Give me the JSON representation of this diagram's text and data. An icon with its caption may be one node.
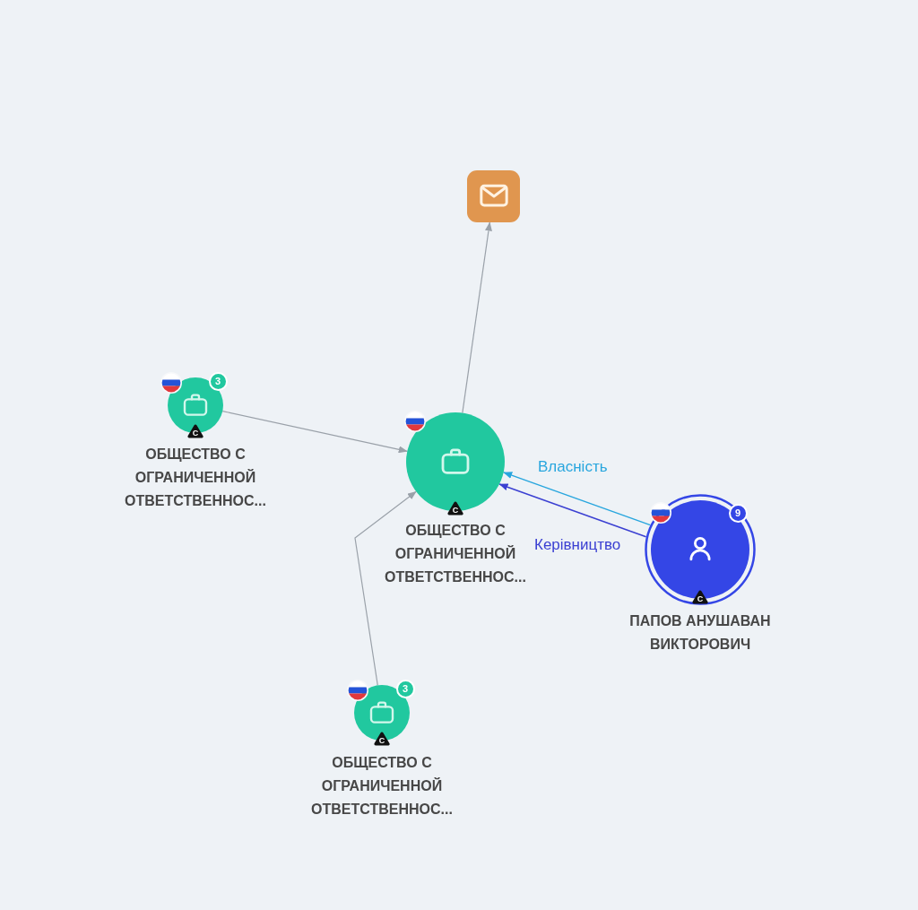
{
  "diagram": {
    "nodes": [
      {
        "text": [],
        "shape": "box"
      },
      {
        "text": [
          "3",
          "C",
          "ОБЩЕСТВО С ОГРАНИЧЕННОЙ ОТВЕТСТВЕННОС..."
        ]
      },
      {
        "text": [
          "C",
          "ОБЩЕСТВО С ОГРАНИЧЕННОЙ ОТВЕТСТВЕННОС..."
        ]
      },
      {
        "text": [
          "9",
          "C",
          "ПАПОВ АНУШАВАН ВИКТОРОВИЧ"
        ]
      },
      {
        "text": [
          "3",
          "C",
          "ОБЩЕСТВО С ОГРАНИЧЕННОЙ ОТВЕТСТВЕННОС..."
        ]
      }
    ],
    "edges": [
      {
        "from": 2,
        "to": 0,
        "arrow": "to"
      },
      {
        "from": 1,
        "to": 2,
        "arrow": "to"
      },
      {
        "from": 4,
        "to": 2,
        "arrow": "to"
      },
      {
        "from": 3,
        "to": 2,
        "arrow": "to",
        "label": "Власність",
        "color": "#28a6de"
      },
      {
        "from": 3,
        "to": 2,
        "arrow": "to",
        "label": "Керівництво",
        "color": "#3b40d2"
      }
    ]
  }
}
